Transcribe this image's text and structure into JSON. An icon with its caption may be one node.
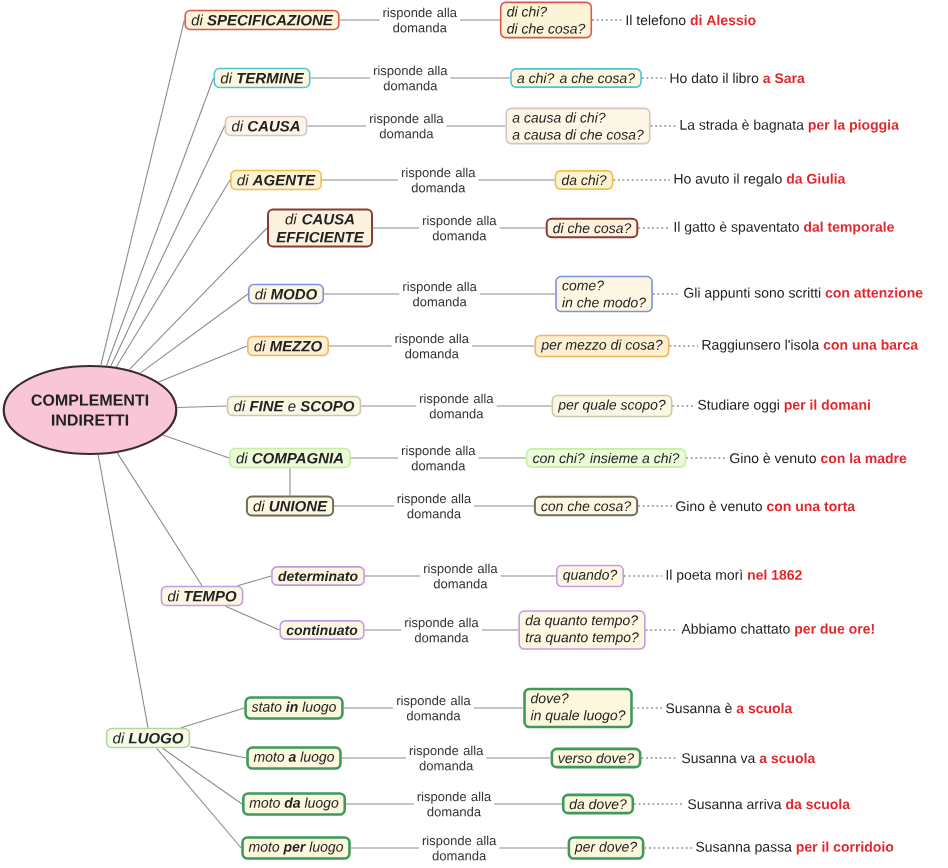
{
  "diagram": {
    "nodes": [
      {
        "text": [
          "COMPLEMENTI INDIRETTI"
        ]
      },
      {
        "text": [
          "di **SPECIFICAZIONE**"
        ]
      },
      {
        "text": [
          "di chi?",
          "di che cosa?"
        ]
      },
      {
        "text": [
          "Il telefono **di Alessio**"
        ]
      },
      {
        "text": [
          "di **TERMINE**"
        ]
      },
      {
        "text": [
          "a chi? a che cosa?"
        ]
      },
      {
        "text": [
          "Ho dato il libro **a Sara**"
        ]
      },
      {
        "text": [
          "di **CAUSA**"
        ]
      },
      {
        "text": [
          "a causa di chi?",
          "a causa di che cosa?"
        ]
      },
      {
        "text": [
          "La strada è bagnata **per la pioggia**"
        ]
      },
      {
        "text": [
          "di **AGENTE**"
        ]
      },
      {
        "text": [
          "da chi?"
        ]
      },
      {
        "text": [
          "Ho avuto il regalo **da Giulia**"
        ]
      },
      {
        "text": [
          "di **CAUSA EFFICIENTE**"
        ]
      },
      {
        "text": [
          "di che cosa?"
        ]
      },
      {
        "text": [
          "Il gatto è spaventato **dal temporale**"
        ]
      },
      {
        "text": [
          "di **MODO**"
        ]
      },
      {
        "text": [
          "come?",
          "in che modo?"
        ]
      },
      {
        "text": [
          "Gli appunti sono scritti **con attenzione**"
        ]
      },
      {
        "text": [
          "di **MEZZO**"
        ]
      },
      {
        "text": [
          "per mezzo di cosa?"
        ]
      },
      {
        "text": [
          "Raggiunsero l'isola **con una barca**"
        ]
      },
      {
        "text": [
          "di **FINE** e **SCOPO**"
        ]
      },
      {
        "text": [
          "per quale scopo?"
        ]
      },
      {
        "text": [
          "Studiare oggi **per il domani**"
        ]
      },
      {
        "text": [
          "di **COMPAGNIA**"
        ]
      },
      {
        "text": [
          "con chi? insieme a chi?"
        ]
      },
      {
        "text": [
          "Gino è venuto **con la madre**"
        ]
      },
      {
        "text": [
          "di **UNIONE**"
        ]
      },
      {
        "text": [
          "con che cosa?"
        ]
      },
      {
        "text": [
          "Gino è venuto **con una torta**"
        ]
      },
      {
        "text": [
          "di **TEMPO**"
        ]
      },
      {
        "text": [
          "determinato"
        ]
      },
      {
        "text": [
          "quando?"
        ]
      },
      {
        "text": [
          "Il poeta morì **nel 1862**"
        ]
      },
      {
        "text": [
          "continuato"
        ]
      },
      {
        "text": [
          "da quanto tempo?",
          "tra quanto tempo?"
        ]
      },
      {
        "text": [
          "Abbiamo chattato **per due ore!**"
        ]
      },
      {
        "text": [
          "di **LUOGO**"
        ]
      },
      {
        "text": [
          "stato **in** luogo"
        ]
      },
      {
        "text": [
          "dove?",
          "in quale luogo?"
        ]
      },
      {
        "text": [
          "Susanna è **a scuola**"
        ]
      },
      {
        "text": [
          "moto **a** luogo"
        ]
      },
      {
        "text": [
          "verso dove?"
        ]
      },
      {
        "text": [
          "Susanna va **a scuola**"
        ]
      },
      {
        "text": [
          "moto **da** luogo"
        ]
      },
      {
        "text": [
          "da dove?"
        ]
      },
      {
        "text": [
          "Susanna arriva **da scuola**"
        ]
      },
      {
        "text": [
          "moto **per** luogo"
        ]
      },
      {
        "text": [
          "per dove?"
        ]
      },
      {
        "text": [
          "Susanna passa **per il corridoio**"
        ]
      }
    ],
    "edges": [
      {
        "from": 0,
        "to": 1,
        "arrow": "none"
      },
      {
        "from": 1,
        "to": 2,
        "arrow": "none",
        "label": "risponde alla domanda"
      },
      {
        "from": 2,
        "to": 3,
        "arrow": "none",
        "style": "dashed"
      },
      {
        "from": 0,
        "to": 4,
        "arrow": "none"
      },
      {
        "from": 4,
        "to": 5,
        "arrow": "none",
        "label": "risponde alla domanda"
      },
      {
        "from": 5,
        "to": 6,
        "arrow": "none",
        "style": "dashed"
      },
      {
        "from": 0,
        "to": 7,
        "arrow": "none"
      },
      {
        "from": 7,
        "to": 8,
        "arrow": "none",
        "label": "risponde alla domanda"
      },
      {
        "from": 8,
        "to": 9,
        "arrow": "none",
        "style": "dashed"
      },
      {
        "from": 0,
        "to": 10,
        "arrow": "none"
      },
      {
        "from": 10,
        "to": 11,
        "arrow": "none",
        "label": "risponde alla domanda"
      },
      {
        "from": 11,
        "to": 12,
        "arrow": "none",
        "style": "dashed"
      },
      {
        "from": 0,
        "to": 13,
        "arrow": "none"
      },
      {
        "from": 13,
        "to": 14,
        "arrow": "none",
        "label": "risponde alla domanda"
      },
      {
        "from": 14,
        "to": 15,
        "arrow": "none",
        "style": "dashed"
      },
      {
        "from": 0,
        "to": 16,
        "arrow": "none"
      },
      {
        "from": 16,
        "to": 17,
        "arrow": "none",
        "label": "risponde alla domanda"
      },
      {
        "from": 17,
        "to": 18,
        "arrow": "none",
        "style": "dashed"
      },
      {
        "from": 0,
        "to": 19,
        "arrow": "none"
      },
      {
        "from": 19,
        "to": 20,
        "arrow": "none",
        "label": "risponde alla domanda"
      },
      {
        "from": 20,
        "to": 21,
        "arrow": "none",
        "style": "dashed"
      },
      {
        "from": 0,
        "to": 22,
        "arrow": "none"
      },
      {
        "from": 22,
        "to": 23,
        "arrow": "none",
        "label": "risponde alla domanda"
      },
      {
        "from": 23,
        "to": 24,
        "arrow": "none",
        "style": "dashed"
      },
      {
        "from": 0,
        "to": 25,
        "arrow": "none"
      },
      {
        "from": 25,
        "to": 26,
        "arrow": "none",
        "label": "risponde alla domanda"
      },
      {
        "from": 26,
        "to": 27,
        "arrow": "none",
        "style": "dashed"
      },
      {
        "from": 25,
        "to": 28,
        "arrow": "none"
      },
      {
        "from": 28,
        "to": 29,
        "arrow": "none",
        "label": "risponde alla domanda"
      },
      {
        "from": 29,
        "to": 30,
        "arrow": "none",
        "style": "dashed"
      },
      {
        "from": 0,
        "to": 31,
        "arrow": "none"
      },
      {
        "from": 31,
        "to": 32,
        "arrow": "none"
      },
      {
        "from": 32,
        "to": 33,
        "arrow": "none",
        "label": "risponde alla domanda"
      },
      {
        "from": 33,
        "to": 34,
        "arrow": "none",
        "style": "dashed"
      },
      {
        "from": 31,
        "to": 35,
        "arrow": "none"
      },
      {
        "from": 35,
        "to": 36,
        "arrow": "none",
        "label": "risponde alla domanda"
      },
      {
        "from": 36,
        "to": 37,
        "arrow": "none",
        "style": "dashed"
      },
      {
        "from": 0,
        "to": 38,
        "arrow": "none"
      },
      {
        "from": 38,
        "to": 39,
        "arrow": "none"
      },
      {
        "from": 39,
        "to": 40,
        "arrow": "none",
        "label": "risponde alla domanda"
      },
      {
        "from": 40,
        "to": 41,
        "arrow": "none",
        "style": "dashed"
      },
      {
        "from": 38,
        "to": 42,
        "arrow": "none"
      },
      {
        "from": 42,
        "to": 43,
        "arrow": "none",
        "label": "risponde alla domanda"
      },
      {
        "from": 43,
        "to": 44,
        "arrow": "none",
        "style": "dashed"
      },
      {
        "from": 38,
        "to": 45,
        "arrow": "none"
      },
      {
        "from": 45,
        "to": 46,
        "arrow": "none",
        "label": "risponde alla domanda"
      },
      {
        "from": 46,
        "to": 47,
        "arrow": "none",
        "style": "dashed"
      },
      {
        "from": 38,
        "to": 48,
        "arrow": "none"
      },
      {
        "from": 48,
        "to": 49,
        "arrow": "none",
        "label": "risponde alla domanda"
      },
      {
        "from": 49,
        "to": 50,
        "arrow": "none",
        "style": "dashed"
      }
    ]
  }
}
